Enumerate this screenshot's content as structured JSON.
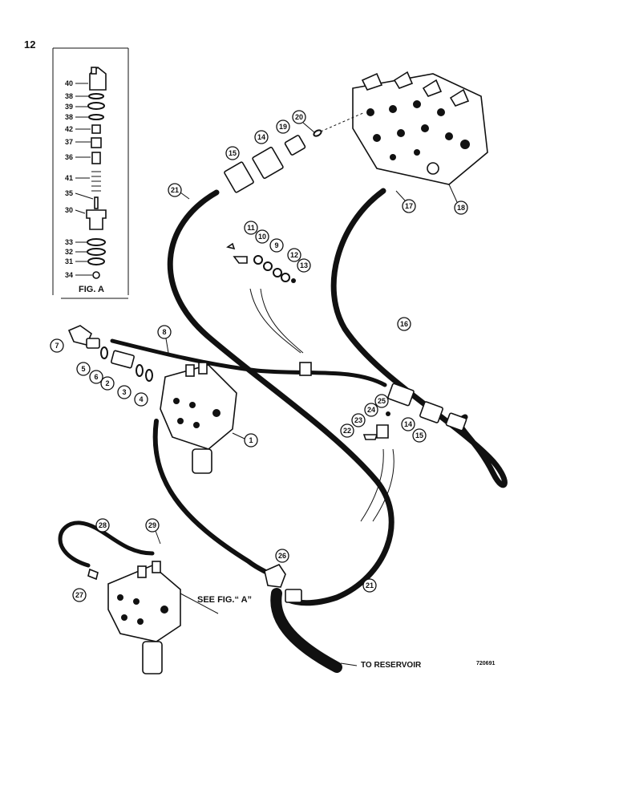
{
  "page_number": "12",
  "fig_a_caption": "FIG. A",
  "see_fig_label": "SEE FIG.“ A”",
  "reservoir_label": "TO RESERVOIR",
  "drawing_number": "720691",
  "fig_a_callouts": [
    "40",
    "38",
    "39",
    "38",
    "42",
    "37",
    "36",
    "41",
    "35",
    "30",
    "33",
    "32",
    "31",
    "34"
  ],
  "callouts": [
    "1",
    "2",
    "3",
    "4",
    "5",
    "6",
    "7",
    "8",
    "9",
    "10",
    "11",
    "12",
    "13",
    "14",
    "14",
    "15",
    "15",
    "16",
    "17",
    "18",
    "19",
    "20",
    "21",
    "21",
    "22",
    "23",
    "24",
    "25",
    "26",
    "27",
    "28",
    "29"
  ]
}
